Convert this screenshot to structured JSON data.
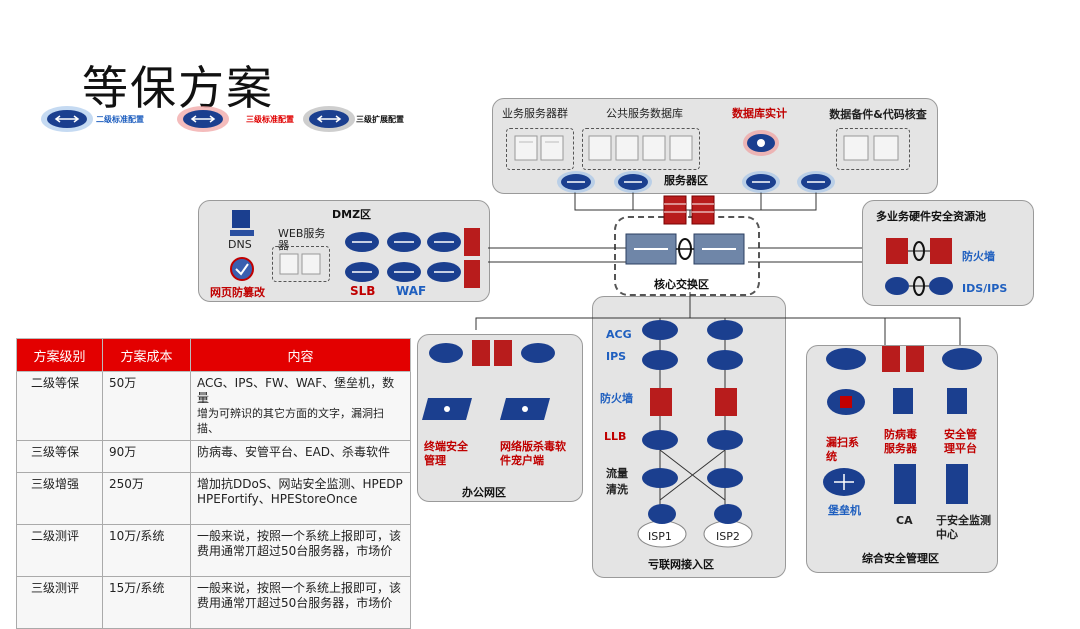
{
  "title": "等保方案",
  "legend": [
    {
      "label": "二级标准配置",
      "color": "#1f5fbf"
    },
    {
      "label": "三级标准配置",
      "color": "#e00000"
    },
    {
      "label": "三级扩展配置",
      "color": "#111111"
    }
  ],
  "server_zone": {
    "title": "服务器区",
    "app_servers": "业务服务器群",
    "public_db": "公共服务数据库",
    "db_audit": "数据库实计",
    "backup": "数据备件&代码核查"
  },
  "dmz": {
    "title": "DMZ区",
    "dns": "DNS",
    "web": "WEB服务器",
    "tamper": "网页防篡改",
    "slb": "SLB",
    "waf": "WAF"
  },
  "core": {
    "title": "核心交换区"
  },
  "pool": {
    "title": "多业务硬件安全资源池",
    "firewall": "防火墙",
    "ids": "IDS/IPS"
  },
  "internet": {
    "title": "亏联网接入区",
    "acg": "ACG",
    "ips": "IPS",
    "fw": "防火墙",
    "llb": "LLB",
    "flow": "流量清洗",
    "isp1": "ISP1",
    "isp2": "ISP2"
  },
  "office": {
    "title": "办公网区",
    "terminal": "终端安全管理",
    "av": "网络版杀毒软件宠户端"
  },
  "secmgmt": {
    "title": "综合安全管理区",
    "scan": "漏扫系统",
    "av_server": "防病毒服务器",
    "sec_platform": "安全管理平台",
    "bastion": "堡垒机",
    "ca": "CA",
    "monitor": "于安全监测中心"
  },
  "table": {
    "headers": [
      "方案级别",
      "方案成本",
      "内容"
    ],
    "rows": [
      [
        "二级等保",
        "50万",
        "ACG、IPS、FW、WAF、堡垒机，数量",
        "增为可辨识的其它方面的文字，漏洞扫描、"
      ],
      [
        "三级等保",
        "90万",
        "防病毒、安管平台、EAD、杀毒软件",
        ""
      ],
      [
        "三级增强",
        "250万",
        "增加抗DDoS、网站安全监测、HPEDP",
        "HPEFortify、HPEStoreOnce"
      ],
      [
        "二级测评",
        "10万/系统",
        "一般来说，按照一个系统上报即可，该",
        "费用通常丌超过50台服务器，市场价"
      ],
      [
        "三级测评",
        "15万/系统",
        "一般来说，按照一个系统上报即可，该",
        "费用通常丌超过50台服务器，市场价"
      ]
    ]
  }
}
